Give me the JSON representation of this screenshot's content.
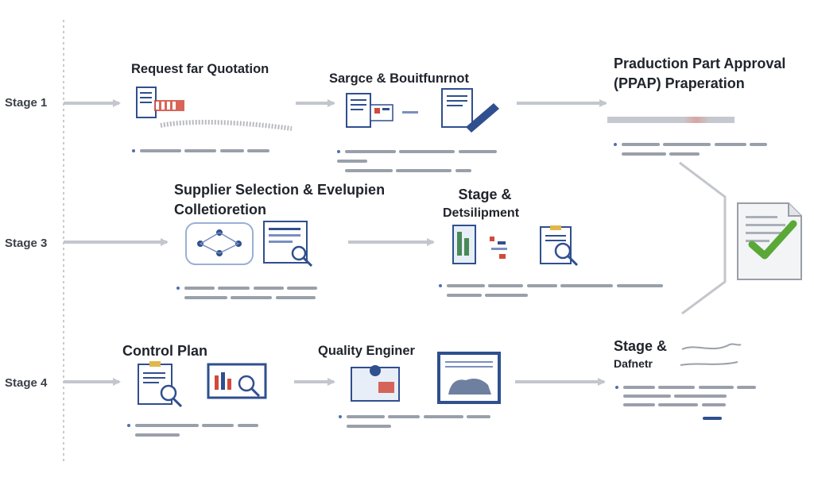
{
  "stages": {
    "stage1": "Stage 1",
    "stage3": "Stage 3",
    "stage4": "Stage 4"
  },
  "steps": {
    "request_quotation": "Request far Quotation",
    "sample_recruitment": "Sargce & Bouitfunrnot",
    "ppap_line1": "Praduction Part Approval",
    "ppap_line2": "(PPAP) Praperation",
    "supplier_line1": "Supplier Selection & Evelupien",
    "supplier_line2": "Colletioretion",
    "stage_development_line1": "Stage &",
    "stage_development_line2": "Detsilipment",
    "control_plan": "Control Plan",
    "quality_engineer": "Quality Enginer",
    "stage_definition_line1": "Stage &",
    "stage_definition_line2": "Dafnetr"
  },
  "colors": {
    "arrow": "#c3c6cc",
    "doc_blue": "#2f4f8f",
    "accent_red": "#d14a3c",
    "check_green": "#5aa838"
  },
  "icons": [
    "document-chart-icon",
    "document-pen-icon",
    "flowchart-icon",
    "magnifier-document-icon",
    "clipboard-search-icon",
    "monitor-chart-icon",
    "approved-document-icon"
  ]
}
